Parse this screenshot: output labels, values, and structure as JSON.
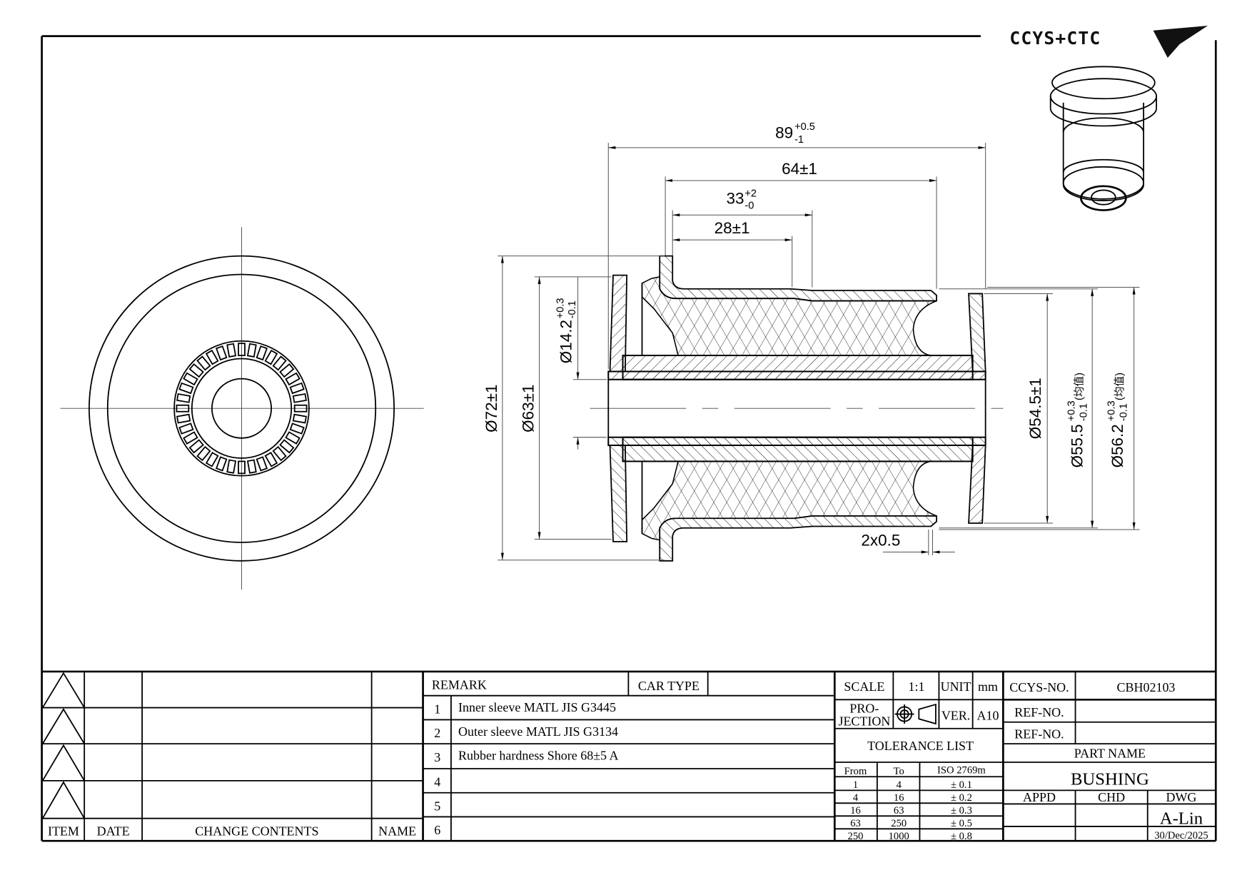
{
  "logo": {
    "text": "CCYS+CTC"
  },
  "dimensions": {
    "overall_length": {
      "base": "89",
      "upper": "+0.5",
      "lower": "-1"
    },
    "outer_sleeve_length": "64±1",
    "flange_offset": {
      "base": "33",
      "upper": "+2",
      "lower": "-0"
    },
    "rubber_offset": "28±1",
    "dia_72": "Ø72±1",
    "dia_63": "Ø63±1",
    "dia_14_2": {
      "base": "Ø14.2",
      "upper": "+0.3",
      "lower": "-0.1"
    },
    "dia_54_5": "Ø54.5±1",
    "dia_55_5": {
      "base": "Ø55.5",
      "upper": "+0.3",
      "lower": "-0.1",
      "note": "(均值)"
    },
    "dia_56_2": {
      "base": "Ø56.2",
      "upper": "+0.3",
      "lower": "-0.1",
      "note": "(均值)"
    },
    "chamfer": "2x0.5"
  },
  "revision_table": {
    "headers": [
      "ITEM",
      "DATE",
      "CHANGE CONTENTS",
      "NAME"
    ]
  },
  "remarks": {
    "header": "REMARK",
    "car_type_label": "CAR TYPE",
    "car_type_value": "",
    "items": [
      {
        "no": "1",
        "text": "Inner sleeve MATL JIS G3445"
      },
      {
        "no": "2",
        "text": "Outer sleeve MATL JIS G3134"
      },
      {
        "no": "3",
        "text": "Rubber hardness Shore 68±5 A"
      },
      {
        "no": "4",
        "text": ""
      },
      {
        "no": "5",
        "text": ""
      },
      {
        "no": "6",
        "text": ""
      }
    ]
  },
  "info": {
    "scale_label": "SCALE",
    "scale_value": "1:1",
    "unit_label": "UNIT",
    "unit_value": "mm",
    "projection_label_1": "PRO-",
    "projection_label_2": "JECTION",
    "ver_label": "VER.",
    "ver_value": "A10",
    "tolerance_title": "TOLERANCE LIST",
    "tolerance_headers": [
      "From",
      "To",
      "ISO 2769m"
    ],
    "tolerance_rows": [
      [
        "1",
        "4",
        "± 0.1"
      ],
      [
        "4",
        "16",
        "± 0.2"
      ],
      [
        "16",
        "63",
        "± 0.3"
      ],
      [
        "63",
        "250",
        "± 0.5"
      ],
      [
        "250",
        "1000",
        "± 0.8"
      ]
    ]
  },
  "title": {
    "ccys_no_label": "CCYS-NO.",
    "ccys_no_value": "CBH02103",
    "ref_no_label_1": "REF-NO.",
    "ref_no_label_2": "REF-NO.",
    "part_name_label": "PART NAME",
    "part_name_value": "BUSHING",
    "appd_label": "APPD",
    "chd_label": "CHD",
    "dwg_label": "DWG",
    "dwg_name": "A-Lin",
    "dwg_date": "30/Dec/2025"
  }
}
